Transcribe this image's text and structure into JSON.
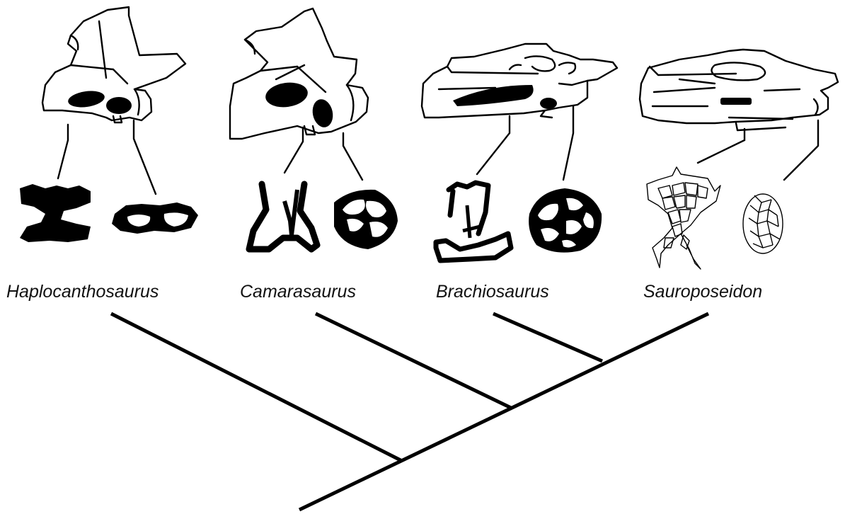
{
  "taxa": [
    {
      "name": "Haplocanthosaurus",
      "section_style": "solid"
    },
    {
      "name": "Camarasaurus",
      "section_style": "solid"
    },
    {
      "name": "Brachiosaurus",
      "section_style": "solid-with-voids"
    },
    {
      "name": "Sauroposeidon",
      "section_style": "honeycomb"
    }
  ],
  "colors": {
    "ink": "#000000",
    "background": "#ffffff"
  }
}
